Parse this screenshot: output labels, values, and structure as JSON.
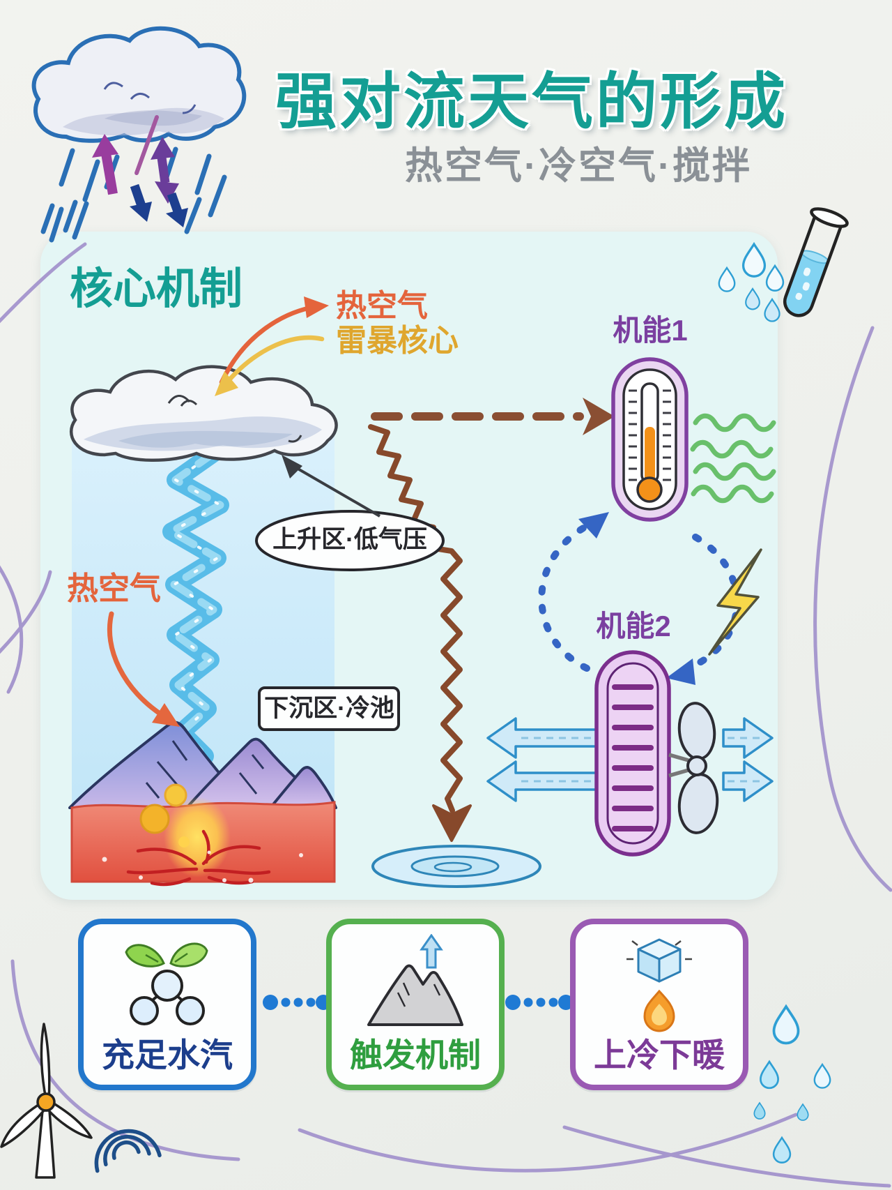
{
  "header": {
    "title": "强对流天气的形成",
    "subtitle": "热空气·冷空气·搅拌"
  },
  "panel": {
    "heading": "核心机制",
    "callouts": {
      "hot_air_top": "热空气",
      "storm_core": "雷暴核心",
      "hot_air_left": "热空气"
    },
    "zones": {
      "updraft": "上升区·低气压",
      "downdraft": "下沉区·冷池"
    },
    "mechanisms": [
      {
        "label": "机能1",
        "icon": "thermometer-icon"
      },
      {
        "label": "机能2",
        "icon": "radiator-capsule-icon"
      }
    ]
  },
  "factors": [
    {
      "label": "充足水汽",
      "icon": "water-molecule-icon",
      "accent": "#2277cc",
      "text_color": "#1c3e8c"
    },
    {
      "label": "触发机制",
      "icon": "mountain-trigger-icon",
      "accent": "#55b04f",
      "text_color": "#2f9e3f"
    },
    {
      "label": "上冷下暖",
      "icon": "ice-fire-icon",
      "accent": "#9a5ab3",
      "text_color": "#7c3a97"
    }
  ],
  "colors": {
    "title_teal": "#149e93",
    "subtitle_gray": "#8a9096",
    "hot_air_orange": "#e4643c",
    "storm_core_gold": "#dfa62e",
    "mechanism_purple": "#7b3fa0",
    "zone_text": "#26262b",
    "flow_arrow_brown": "#8a4f33",
    "cycle_arrow_blue": "#3565c4",
    "connector_blue": "#1f7ad4"
  },
  "decor_icons": [
    "storm-cloud-icon",
    "rain-streaks-icon",
    "updraft-downdraft-arrows-icon",
    "test-tube-icon",
    "water-drops-icon",
    "green-waves-icon",
    "lightning-icon",
    "whisk-icon",
    "spread-arrows-icon",
    "puddle-icon",
    "tornado-icon",
    "mountains-icon",
    "hot-ground-icon",
    "wind-turbine-icon",
    "wifi-icon"
  ]
}
